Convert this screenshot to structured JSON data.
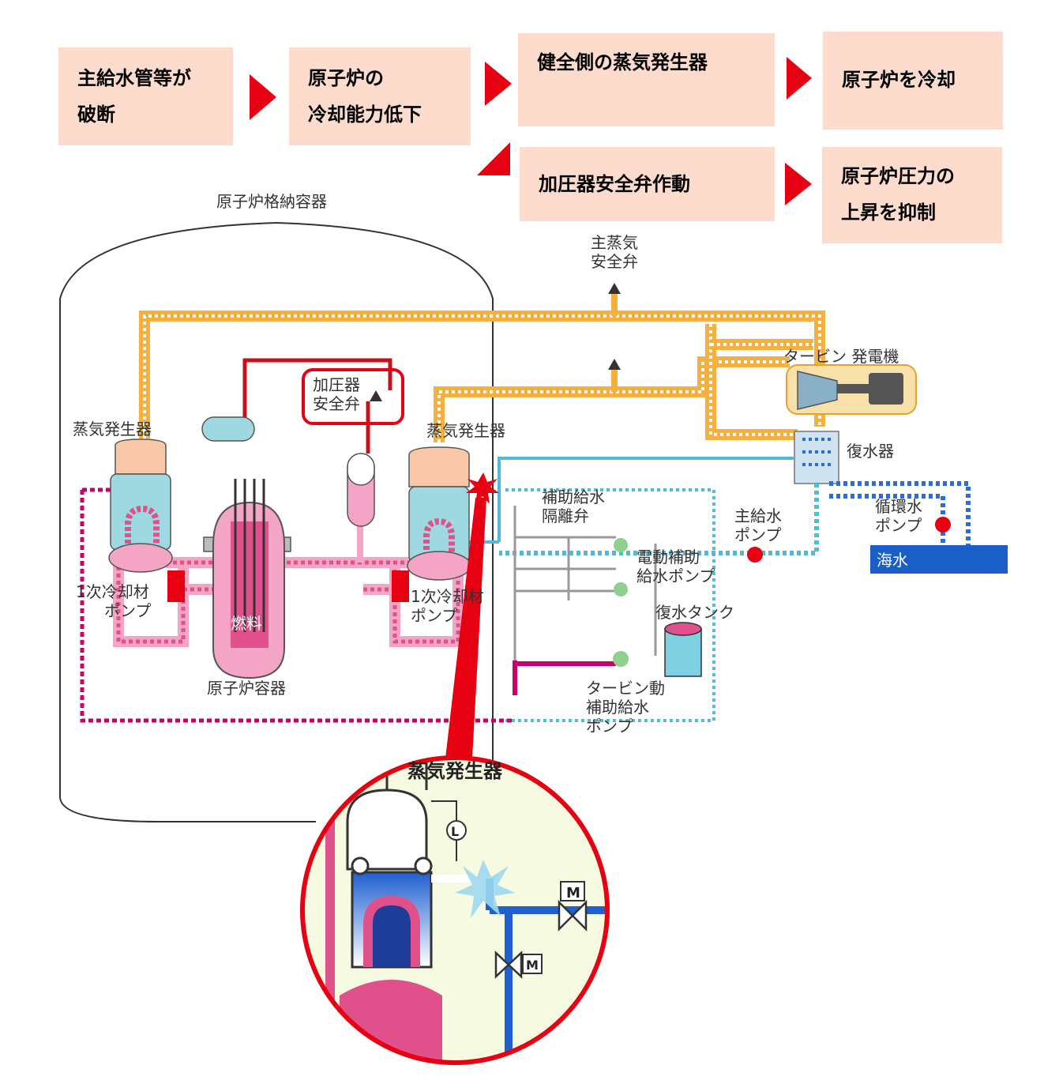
{
  "flow": {
    "box1": {
      "line1": "主給水管等が",
      "line2": "破断"
    },
    "box2": {
      "line1": "原子炉の",
      "line2": "冷却能力低下"
    },
    "box3": "健全側の蒸気発生器",
    "box4": "原子炉を冷却",
    "box5": "加圧器安全弁作動",
    "box6": {
      "line1": "原子炉圧力の",
      "line2": "上昇を抑制"
    }
  },
  "labels": {
    "containment": "原子炉格納容器",
    "main_steam_valve": {
      "line1": "主蒸気",
      "line2": "安全弁"
    },
    "turbine_generator": "タービン 発電機",
    "pressurizer_valve": {
      "line1": "加圧器",
      "line2": "安全弁"
    },
    "steam_generator_left": "蒸気発生器",
    "steam_generator_right": "蒸気発生器",
    "condenser": "復水器",
    "aux_isolation_valve": {
      "line1": "補助給水",
      "line2": "隔離弁"
    },
    "main_feed_pump": {
      "line1": "主給水",
      "line2": "ポンプ"
    },
    "circ_pump": {
      "line1": "循環水",
      "line2": "ポンプ"
    },
    "seawater": "海水",
    "primary_pump_left": {
      "line1": "1次冷却材",
      "line2": "ポンプ"
    },
    "primary_pump_right": {
      "line1": "1次冷却材",
      "line2": "ポンプ"
    },
    "fuel": "燃料",
    "electric_aux_pump": {
      "line1": "電動補助",
      "line2": "給水ポンプ"
    },
    "condensate_tank": "復水タンク",
    "reactor_vessel": "原子炉容器",
    "turbine_aux_pump": {
      "line1": "タービン動",
      "line2": "補助給水",
      "line3": "ポンプ"
    },
    "inset_title": "蒸気発生器",
    "level_symbol": "L",
    "motor_symbol": "M"
  },
  "colors": {
    "box_bg": "#fddccd",
    "arrow": "#e60012",
    "primary_loop": "#e0508a",
    "steam_line": "#f5b040",
    "aux_line": "#4fbbd6",
    "seawater": "#1a5fc8",
    "highlight": "#e60012"
  }
}
